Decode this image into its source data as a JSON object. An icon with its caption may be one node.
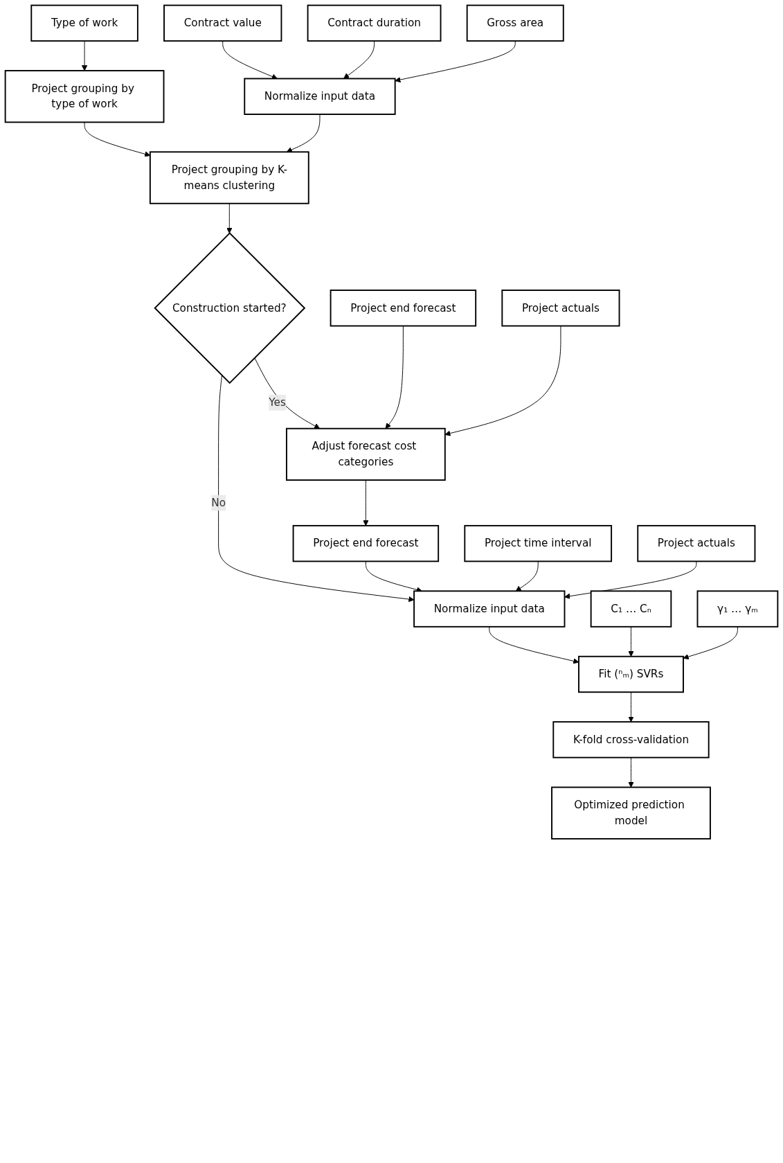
{
  "diagram": {
    "nodes": [
      {
        "text": [
          "Type of work"
        ]
      },
      {
        "text": [
          "Project grouping by type of work"
        ]
      },
      {
        "text": [
          "Contract value"
        ]
      },
      {
        "text": [
          "Contract duration"
        ]
      },
      {
        "text": [
          "Gross area"
        ]
      },
      {
        "text": [
          "Normalize input data"
        ]
      },
      {
        "text": [
          "Project grouping by K-means clustering"
        ]
      },
      {
        "text": [
          "Construction started?"
        ]
      },
      {
        "text": [
          "Project end forecast"
        ]
      },
      {
        "text": [
          "Project actuals"
        ]
      },
      {
        "text": [
          "Adjust forecast cost categories"
        ]
      },
      {
        "text": [
          "Project end forecast"
        ]
      },
      {
        "text": [
          "Project time interval"
        ]
      },
      {
        "text": [
          "Project actuals"
        ]
      },
      {
        "text": [
          "Normalize input data"
        ]
      },
      {
        "text": [
          "C₁ … Cₙ"
        ]
      },
      {
        "text": [
          "γ₁ … γₘ"
        ]
      },
      {
        "text": [
          "Fit (ⁿₘ) SVRs"
        ]
      },
      {
        "text": [
          "K-fold cross-validation"
        ]
      },
      {
        "text": [
          "Optimized prediction model"
        ]
      }
    ],
    "edges": [
      {
        "from": 0,
        "to": 1,
        "arrow": "to"
      },
      {
        "from": 1,
        "to": 6,
        "arrow": "to"
      },
      {
        "from": 2,
        "to": 5,
        "arrow": "to"
      },
      {
        "from": 3,
        "to": 5,
        "arrow": "to"
      },
      {
        "from": 4,
        "to": 5,
        "arrow": "to"
      },
      {
        "from": 5,
        "to": 6,
        "arrow": "to"
      },
      {
        "from": 6,
        "to": 7,
        "arrow": "to"
      },
      {
        "from": 7,
        "to": 10,
        "arrow": "to",
        "label": "Yes"
      },
      {
        "from": 7,
        "to": 14,
        "arrow": "to",
        "label": "No"
      },
      {
        "from": 8,
        "to": 10,
        "arrow": "to"
      },
      {
        "from": 9,
        "to": 10,
        "arrow": "to"
      },
      {
        "from": 10,
        "to": 11,
        "arrow": "to"
      },
      {
        "from": 11,
        "to": 14,
        "arrow": "to"
      },
      {
        "from": 12,
        "to": 14,
        "arrow": "to"
      },
      {
        "from": 13,
        "to": 14,
        "arrow": "to"
      },
      {
        "from": 14,
        "to": 17,
        "arrow": "to"
      },
      {
        "from": 15,
        "to": 17,
        "arrow": "to"
      },
      {
        "from": 16,
        "to": 17,
        "arrow": "to"
      },
      {
        "from": 17,
        "to": 18,
        "arrow": "to"
      },
      {
        "from": 18,
        "to": 19,
        "arrow": "to"
      }
    ]
  }
}
